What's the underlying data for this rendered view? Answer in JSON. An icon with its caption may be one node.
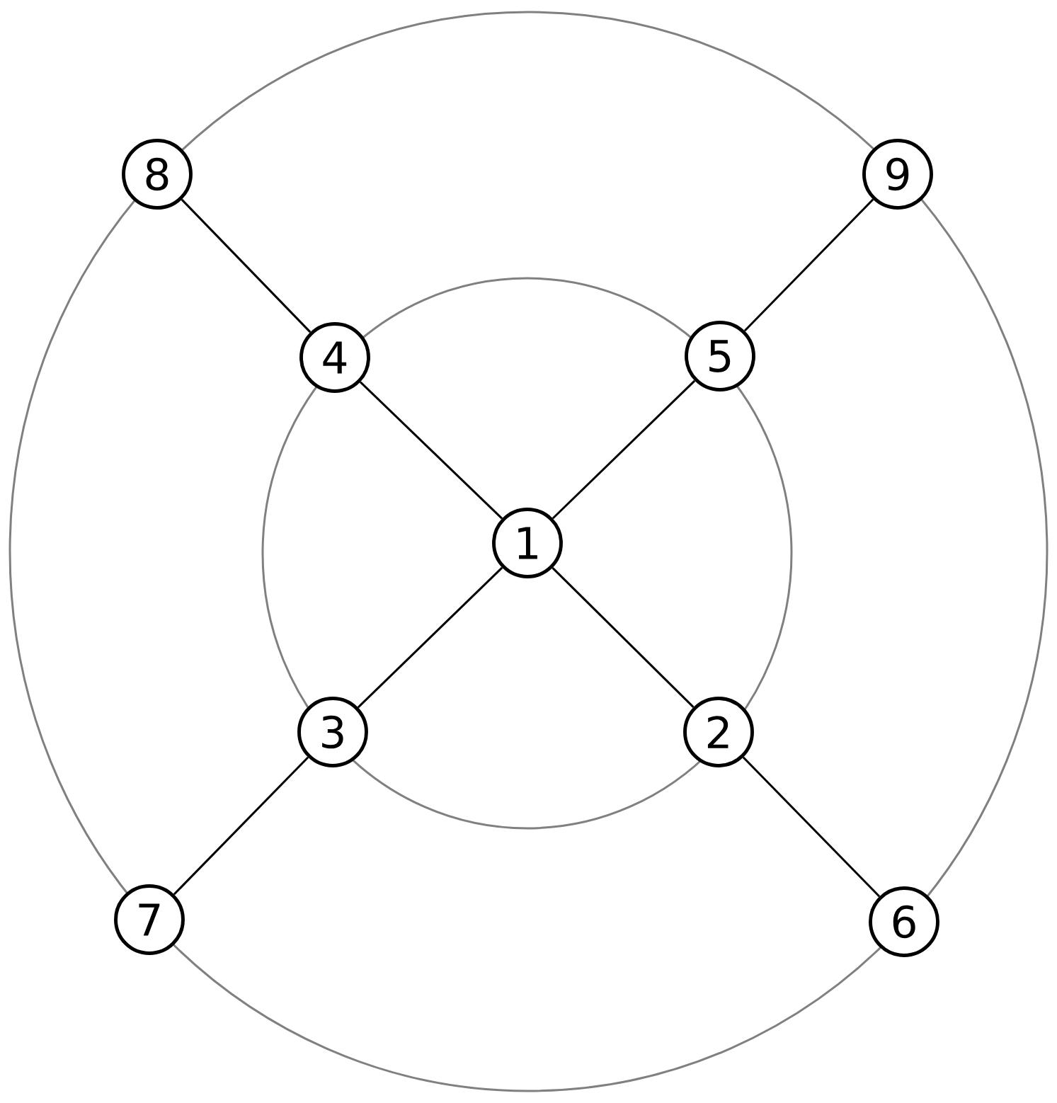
{
  "diagram": {
    "nodes": [
      {
        "text": [
          "8"
        ]
      },
      {
        "text": [
          "9"
        ]
      },
      {
        "text": [
          "4"
        ]
      },
      {
        "text": [
          "5"
        ]
      },
      {
        "text": [
          "1"
        ]
      },
      {
        "text": [
          "3"
        ]
      },
      {
        "text": [
          "2"
        ]
      },
      {
        "text": [
          "7"
        ]
      },
      {
        "text": [
          "6"
        ]
      }
    ],
    "edges": [
      {
        "from": 4,
        "to": 2,
        "arrow": "none"
      },
      {
        "from": 4,
        "to": 3,
        "arrow": "none"
      },
      {
        "from": 4,
        "to": 5,
        "arrow": "none"
      },
      {
        "from": 4,
        "to": 6,
        "arrow": "none"
      },
      {
        "from": 2,
        "to": 0,
        "arrow": "none"
      },
      {
        "from": 3,
        "to": 1,
        "arrow": "none"
      },
      {
        "from": 5,
        "to": 7,
        "arrow": "none"
      },
      {
        "from": 6,
        "to": 8,
        "arrow": "none"
      }
    ]
  }
}
